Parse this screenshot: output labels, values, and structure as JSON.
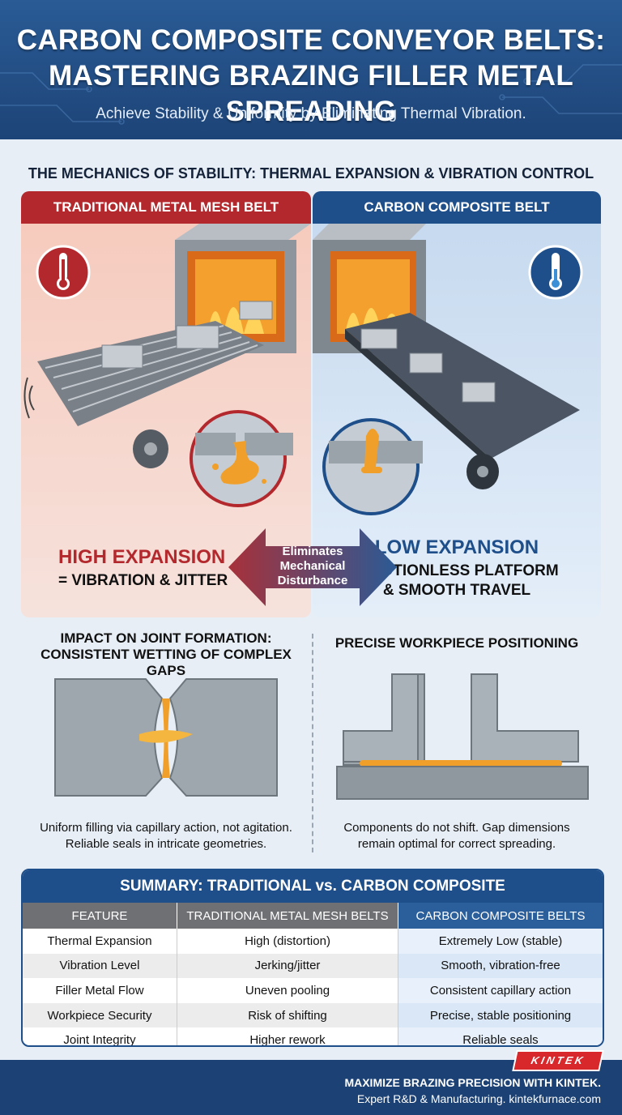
{
  "header": {
    "title_line1": "CARBON COMPOSITE CONVEYOR BELTS:",
    "title_line2": "MASTERING BRAZING FILLER METAL SPREADING",
    "subtitle": "Achieve Stability & Uniformity by Eliminating Thermal Vibration."
  },
  "mechanics": {
    "heading": "THE MECHANICS OF STABILITY: THERMAL EXPANSION & VIBRATION CONTROL",
    "left": {
      "label": "TRADITIONAL METAL MESH BELT",
      "headline": "HIGH EXPANSION",
      "subline": "= VIBRATION & JITTER"
    },
    "right": {
      "label": "CARBON COMPOSITE BELT",
      "headline": "LOW EXPANSION",
      "subline1": "= MOTIONLESS PLATFORM",
      "subline2": "& SMOOTH TRAVEL"
    },
    "arrow": {
      "line1": "Eliminates",
      "line2": "Mechanical",
      "line3": "Disturbance"
    }
  },
  "joint": {
    "heading1": "IMPACT ON JOINT FORMATION:",
    "heading2": "CONSISTENT WETTING OF COMPLEX GAPS",
    "caption1": "Uniform filling via capillary action, not agitation.",
    "caption2": "Reliable seals in intricate geometries."
  },
  "positioning": {
    "heading": "PRECISE WORKPIECE POSITIONING",
    "caption1": "Components do not shift. Gap dimensions",
    "caption2": "remain optimal for correct spreading."
  },
  "summary": {
    "title": "SUMMARY: TRADITIONAL vs. CARBON COMPOSITE",
    "columns": [
      "FEATURE",
      "TRADITIONAL METAL MESH BELTS",
      "CARBON COMPOSITE BELTS"
    ],
    "rows": [
      [
        "Thermal Expansion",
        "High (distortion)",
        "Extremely Low (stable)"
      ],
      [
        "Vibration Level",
        "Jerking/jitter",
        "Smooth, vibration-free"
      ],
      [
        "Filler Metal Flow",
        "Uneven pooling",
        "Consistent capillary action"
      ],
      [
        "Workpiece Security",
        "Risk of shifting",
        "Precise, stable positioning"
      ],
      [
        "Joint Integrity",
        "Higher rework",
        "Reliable seals"
      ]
    ]
  },
  "footer": {
    "logo": "KINTEK",
    "line1": "MAXIMIZE BRAZING PRECISION WITH KINTEK.",
    "line2": "Expert R&D & Manufacturing. kintekfurnace.com"
  },
  "colors": {
    "navy": "#1e4f8a",
    "red": "#b3282d",
    "filler": "#f0a02a"
  },
  "icons": [
    "thermometer-hot-icon",
    "thermometer-cold-icon",
    "double-arrow-icon"
  ]
}
